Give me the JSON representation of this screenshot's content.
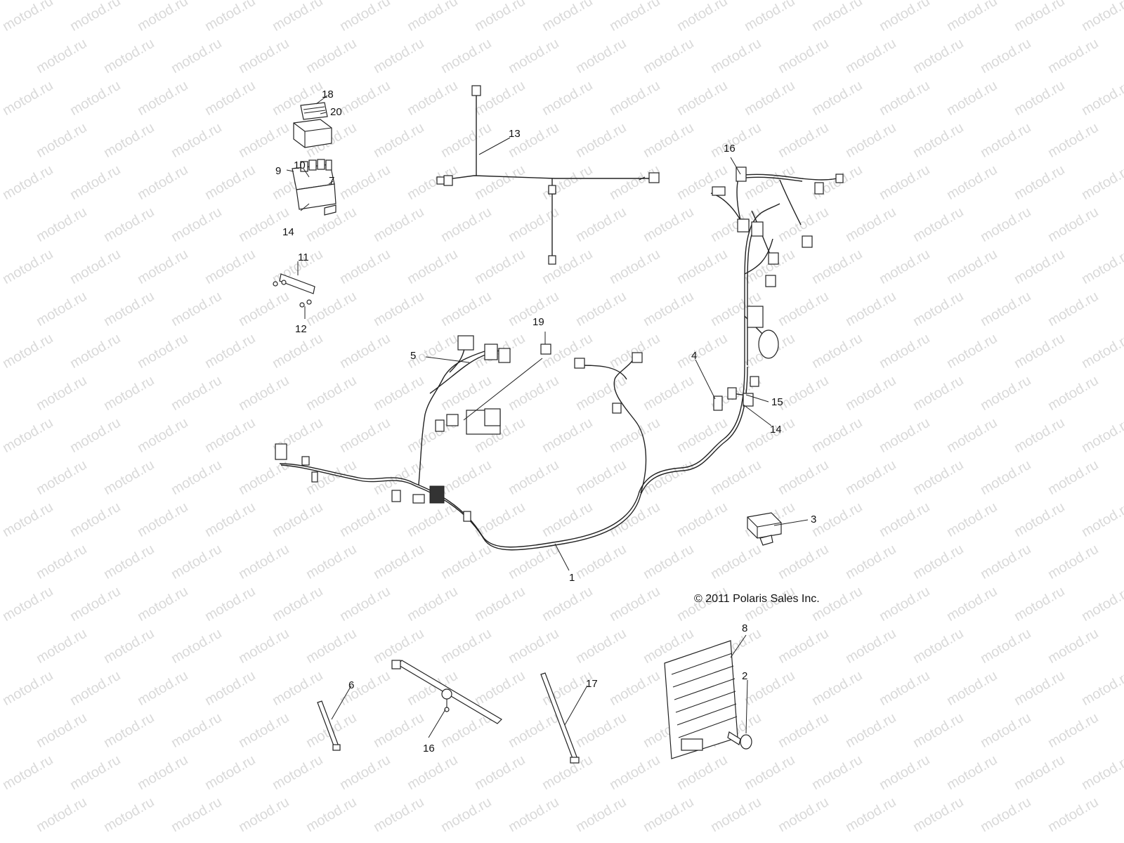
{
  "watermark": "motod.ru",
  "copyright": "© 2011 Polaris Sales Inc.",
  "callouts": {
    "c1": "1",
    "c2": "2",
    "c3": "3",
    "c4": "4",
    "c5": "5",
    "c6": "6",
    "c7": "7",
    "c8": "8",
    "c9": "9",
    "c10": "10",
    "c11": "11",
    "c12": "12",
    "c13": "13",
    "c14a": "14",
    "c14b": "14",
    "c15": "15",
    "c16a": "16",
    "c16b": "16",
    "c17": "17",
    "c18": "18",
    "c19": "19",
    "c20": "20"
  }
}
